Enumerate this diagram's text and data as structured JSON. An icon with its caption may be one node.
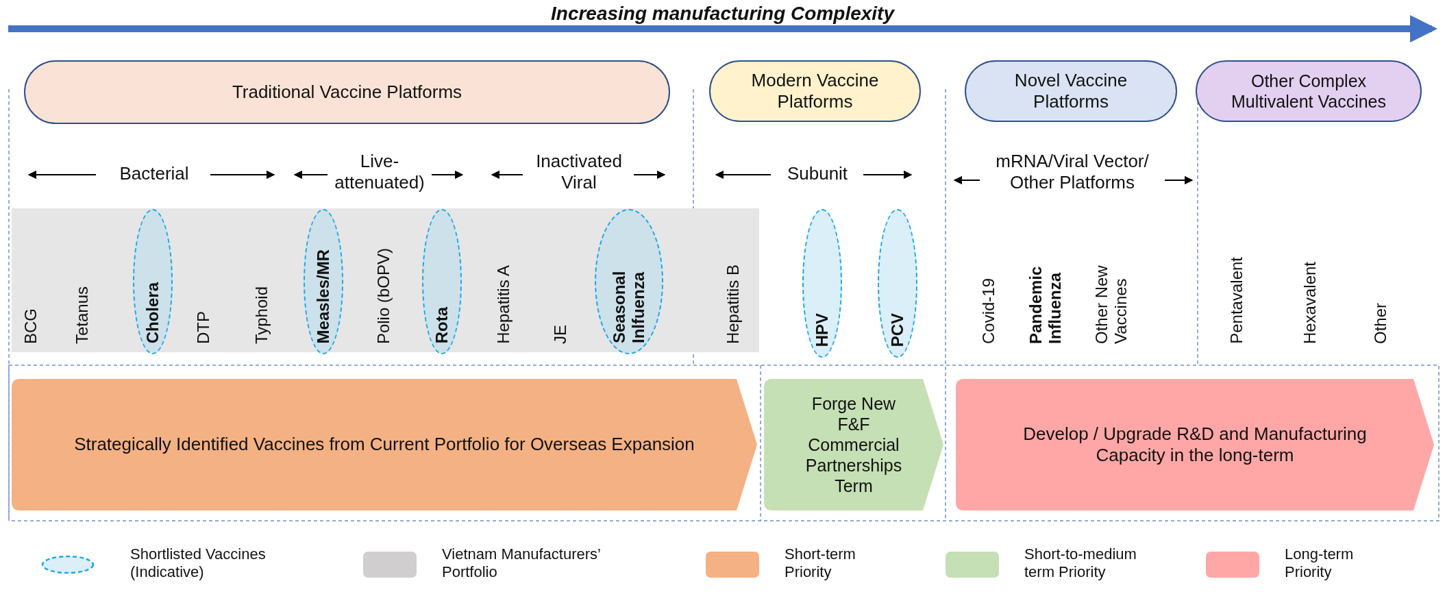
{
  "diagram": {
    "title": "Increasing manufacturing Complexity",
    "nodes": [
      {
        "text": [
          "Traditional Vaccine Platforms"
        ]
      },
      {
        "text": [
          "Modern Vaccine Platforms"
        ]
      },
      {
        "text": [
          "Novel Vaccine Platforms"
        ]
      },
      {
        "text": [
          "Other Complex Multivalent Vaccines"
        ]
      },
      {
        "text": [
          "BCG",
          "Tetanus",
          "DTP",
          "Typhoid",
          "Polio (bOPV)",
          "Hepatitis A",
          "JE",
          "Hepatitis B"
        ]
      },
      {
        "text": [
          "Cholera"
        ],
        "in": 4
      },
      {
        "text": [
          "Measles/MR"
        ],
        "in": 4
      },
      {
        "text": [
          "Rota"
        ],
        "in": 4
      },
      {
        "text": [
          "Seasonal Inlfuenza"
        ],
        "in": 4
      },
      {
        "text": [
          "HPV"
        ]
      },
      {
        "text": [
          "PCV"
        ]
      },
      {
        "text": [
          "Strategically Identified Vaccines from Current Portfolio for Overseas Expansion"
        ]
      },
      {
        "text": [
          "Forge New F&F Commercial Partnerships Term"
        ]
      },
      {
        "text": [
          "Develop / Upgrade R&D and Manufacturing Capacity in the long-term"
        ]
      }
    ],
    "labels": [
      "Bacterial",
      "Live- attenuated)",
      "Inactivated Viral",
      "Subunit",
      "mRNA/Viral Vector/ Other Platforms",
      "Covid-19",
      "Pandemic Influenza",
      "Other New Vaccines",
      "Pentavalent",
      "Hexavalent",
      "Other"
    ],
    "legend": [
      {
        "text": "Shortlisted Vaccines (Indicative)"
      },
      {
        "text": "Vietnam Manufacturers’ Portfolio",
        "color": "#d0cece"
      },
      {
        "text": "Short-term Priority",
        "color": "#f4b183"
      },
      {
        "text": "Short-to-medium term Priority",
        "color": "#c5e0b4"
      },
      {
        "text": "Long-term Priority",
        "color": "#ffa7a7"
      }
    ]
  }
}
